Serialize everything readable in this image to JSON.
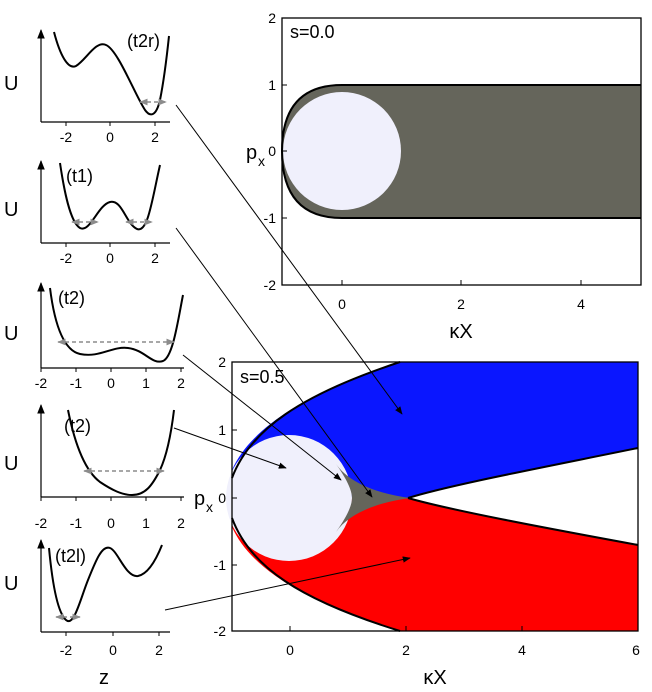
{
  "colors": {
    "gray": "#65655b",
    "blue": "#0a16ff",
    "red": "#ff0000",
    "disk": "#f0f0fc",
    "arrow_dash": "#8c8c8c",
    "black": "#000000"
  },
  "top_panel": {
    "label": "s=0.0",
    "xlabel": "κX",
    "ylabel": "p",
    "ylabel_sub": "x",
    "xlim": [
      -1,
      5
    ],
    "ylim": [
      -2,
      2
    ],
    "xticks": [
      0,
      2,
      4
    ],
    "yticks": [
      -2,
      -1,
      0,
      1,
      2
    ],
    "xtick_labels": [
      "0",
      "2",
      "4"
    ],
    "ytick_labels": [
      "-2",
      "-1",
      "0",
      "1",
      "2"
    ]
  },
  "bottom_panel": {
    "label": "s=0.5",
    "xlabel": "κX",
    "ylabel": "p",
    "ylabel_sub": "x",
    "xlim": [
      -1,
      6
    ],
    "ylim": [
      -2,
      2
    ],
    "xticks": [
      0,
      2,
      4,
      6
    ],
    "yticks": [
      -2,
      -1,
      0,
      1,
      2
    ],
    "xtick_labels": [
      "0",
      "2",
      "4",
      "6"
    ],
    "ytick_labels": [
      "-2",
      "-1",
      "0",
      "1",
      "2"
    ]
  },
  "insets": [
    {
      "tag": "(t2r)",
      "ylabel": "U",
      "xlabel": "",
      "xticks": [
        -2,
        0,
        2
      ],
      "xtick_labels": [
        "-2",
        "0",
        "2"
      ]
    },
    {
      "tag": "(t1)",
      "ylabel": "U",
      "xlabel": "",
      "xticks": [
        -2,
        0,
        2
      ],
      "xtick_labels": [
        "-2",
        "0",
        "2"
      ]
    },
    {
      "tag": "(t2)",
      "ylabel": "U",
      "xlabel": "",
      "xticks": [
        -2,
        -1,
        0,
        1,
        2
      ],
      "xtick_labels": [
        "-2",
        "-1",
        "0",
        "1",
        "2"
      ]
    },
    {
      "tag": "(t2)",
      "ylabel": "U",
      "xlabel": "",
      "xticks": [
        -2,
        -1,
        0,
        1,
        2
      ],
      "xtick_labels": [
        "-2",
        "-1",
        "0",
        "1",
        "2"
      ]
    },
    {
      "tag": "(t2l)",
      "ylabel": "U",
      "xlabel": "z",
      "xticks": [
        -2,
        0,
        2
      ],
      "xtick_labels": [
        "-2",
        "0",
        "2"
      ]
    }
  ]
}
